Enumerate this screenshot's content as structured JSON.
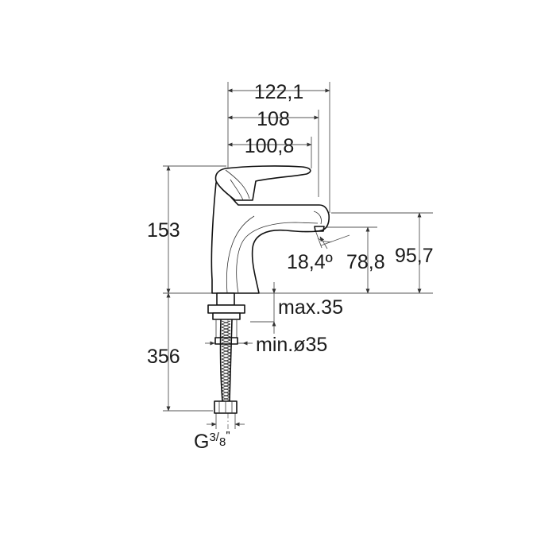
{
  "dimensions": {
    "width_overall": "122,1",
    "width_mid": "108",
    "width_handle": "100,8",
    "height_body": "153",
    "spout_angle": "18,4º",
    "spout_height_low": "78,8",
    "spout_height_high": "95,7",
    "max_counter_thickness": "max.35",
    "min_hole_diameter": "min.ø35",
    "hose_length": "356",
    "thread_prefix": "G",
    "thread_num": "3",
    "thread_den": "8",
    "thread_suffix": "\""
  }
}
